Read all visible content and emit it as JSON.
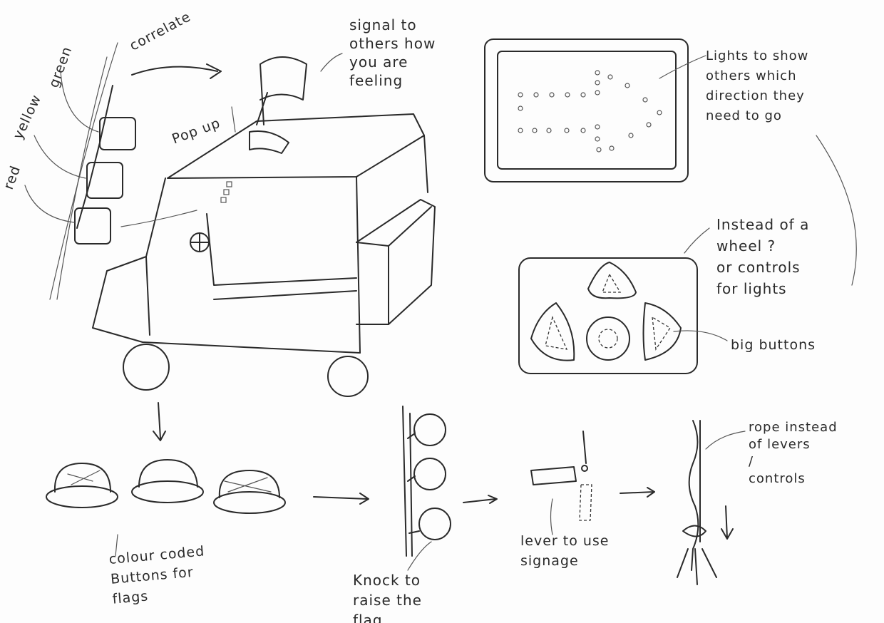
{
  "annotations": {
    "correlate": "correlate",
    "green": "green",
    "yellow": "yellow",
    "red": "red",
    "signal": "signal to\nothers how\nyou are\nfeeling",
    "pop_up": "Pop up",
    "lights": "Lights to show\nothers which\ndirection they\nneed to go",
    "wheel": "Instead of a\nwheel ?\nor  controls\nfor lights",
    "big_buttons": "big buttons",
    "colour_coded": "colour coded\nButtons for\nflags",
    "knock": "Knock to\nraise the\nflag",
    "lever": "lever  to use\nsignage",
    "rope": "rope instead\nof levers\n/\ncontrols"
  },
  "colors": {
    "ink": "#2a2a2a",
    "paper": "#fdfdfd"
  }
}
